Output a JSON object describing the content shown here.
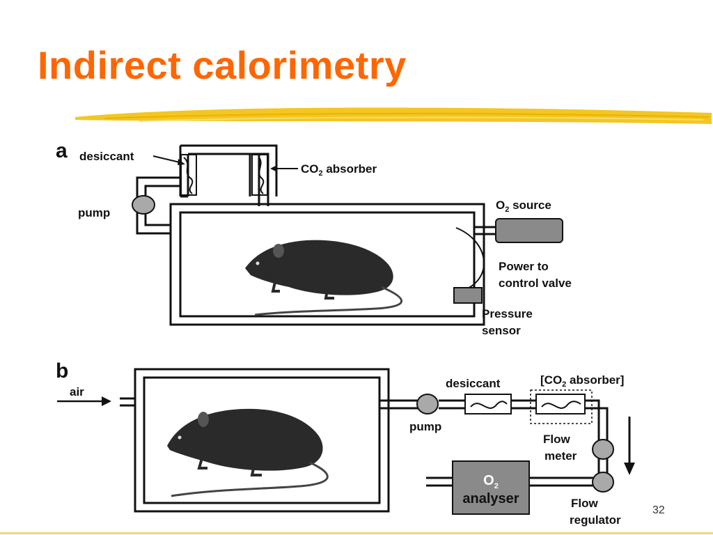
{
  "slide": {
    "title": "Indirect calorimetry",
    "page_number": "32",
    "colors": {
      "title": "#ff6600",
      "underline": "#f3c623",
      "device_fill": "#8a8a8a"
    }
  },
  "panel_a": {
    "letter": "a",
    "desiccant": "desiccant",
    "co2_absorber_prefix": "CO",
    "co2_absorber_sub": "2",
    "co2_absorber_suffix": " absorber",
    "pump": "pump",
    "o2_source_prefix": "O",
    "o2_source_sub": "2",
    "o2_source_suffix": " source",
    "power_line1": "Power to",
    "power_line2": "control valve",
    "pressure_line1": "Pressure",
    "pressure_line2": "sensor"
  },
  "panel_b": {
    "letter": "b",
    "air": "air",
    "desiccant": "desiccant",
    "co2_absorber_prefix": "[CO",
    "co2_absorber_sub": "2",
    "co2_absorber_suffix": " absorber]",
    "pump": "pump",
    "flow_meter_line1": "Flow",
    "flow_meter_line2": "meter",
    "analyser_prefix": "O",
    "analyser_sub": "2",
    "analyser_line2": "analyser",
    "flow_regulator_line1": "Flow",
    "flow_regulator_line2": "regulator"
  }
}
